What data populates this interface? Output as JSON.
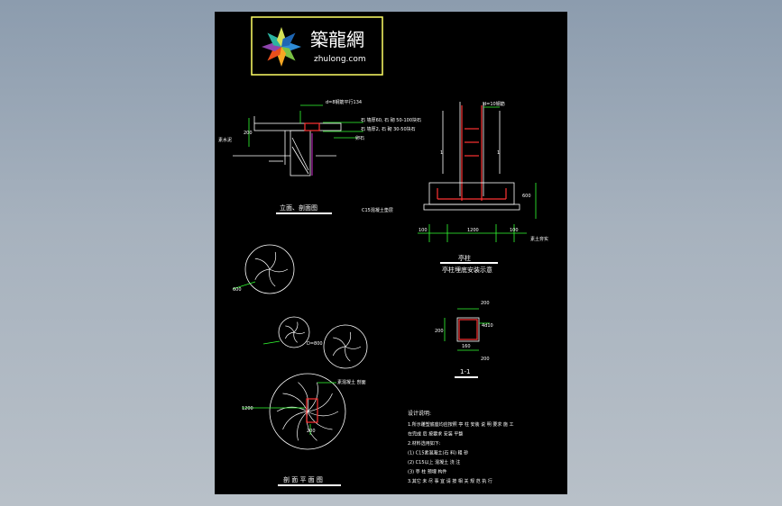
{
  "logo": {
    "name_cn": "築龍網",
    "url": "zhulong.com",
    "border_color": "#ffff66",
    "petal_colors": [
      "#2e8bd6",
      "#7ac143",
      "#f6a623",
      "#e94e1b",
      "#8e44ad",
      "#2bb3a0",
      "#d4e157",
      "#1e66b3"
    ]
  },
  "section_facade": {
    "title": "立面、剖面图",
    "label_base": "素水泥",
    "label_top": "d=8钢筋平行134",
    "label_r1": "石 墙厚60, 石 砌 50-100块石",
    "label_r2": "石 墙厚2, 石 砌 30-50块石",
    "label_r3": "卵石",
    "dim_v": "200"
  },
  "section_column": {
    "title": "亭柱",
    "subtitle": "亭柱埋底安装示意",
    "label_top": "d=10钢筋",
    "label_found": "C15混凝土垫层",
    "dim_left": "100",
    "dim_mid": "1200",
    "dim_right": "100",
    "dim_h": "600",
    "label_bottom": "素土夯实",
    "dim_a": "1",
    "dim_b": "1"
  },
  "section_11": {
    "title": "1-1",
    "dim_top": "200",
    "dim_side": "200",
    "dim_inner": "160",
    "dim_bottom": "200",
    "label_rebar": "4d10"
  },
  "plan": {
    "title": "剖 面 平 面 图",
    "dim_left": "1200",
    "dim_small": "600",
    "label_slope": "D=800",
    "label_pipe": "素混凝土 剖面",
    "dim_bottom": "200"
  },
  "notes": {
    "heading": "设计说明:",
    "lines": [
      "1.所示雕塑底座均应按照 亭 柱 安装 说 明 要求 施 工",
      "  在完成 后 按要求 安装 平整",
      "2.材料选用如下:",
      "(1) C15素混凝土(石 料)  粗 砂",
      "(2) C15以上 混凝土 浇 注",
      "(3) 亭 柱 预埋 构件",
      "3.其它 未 尽 事 宜 请 按 相 关 规 范 执 行"
    ]
  }
}
